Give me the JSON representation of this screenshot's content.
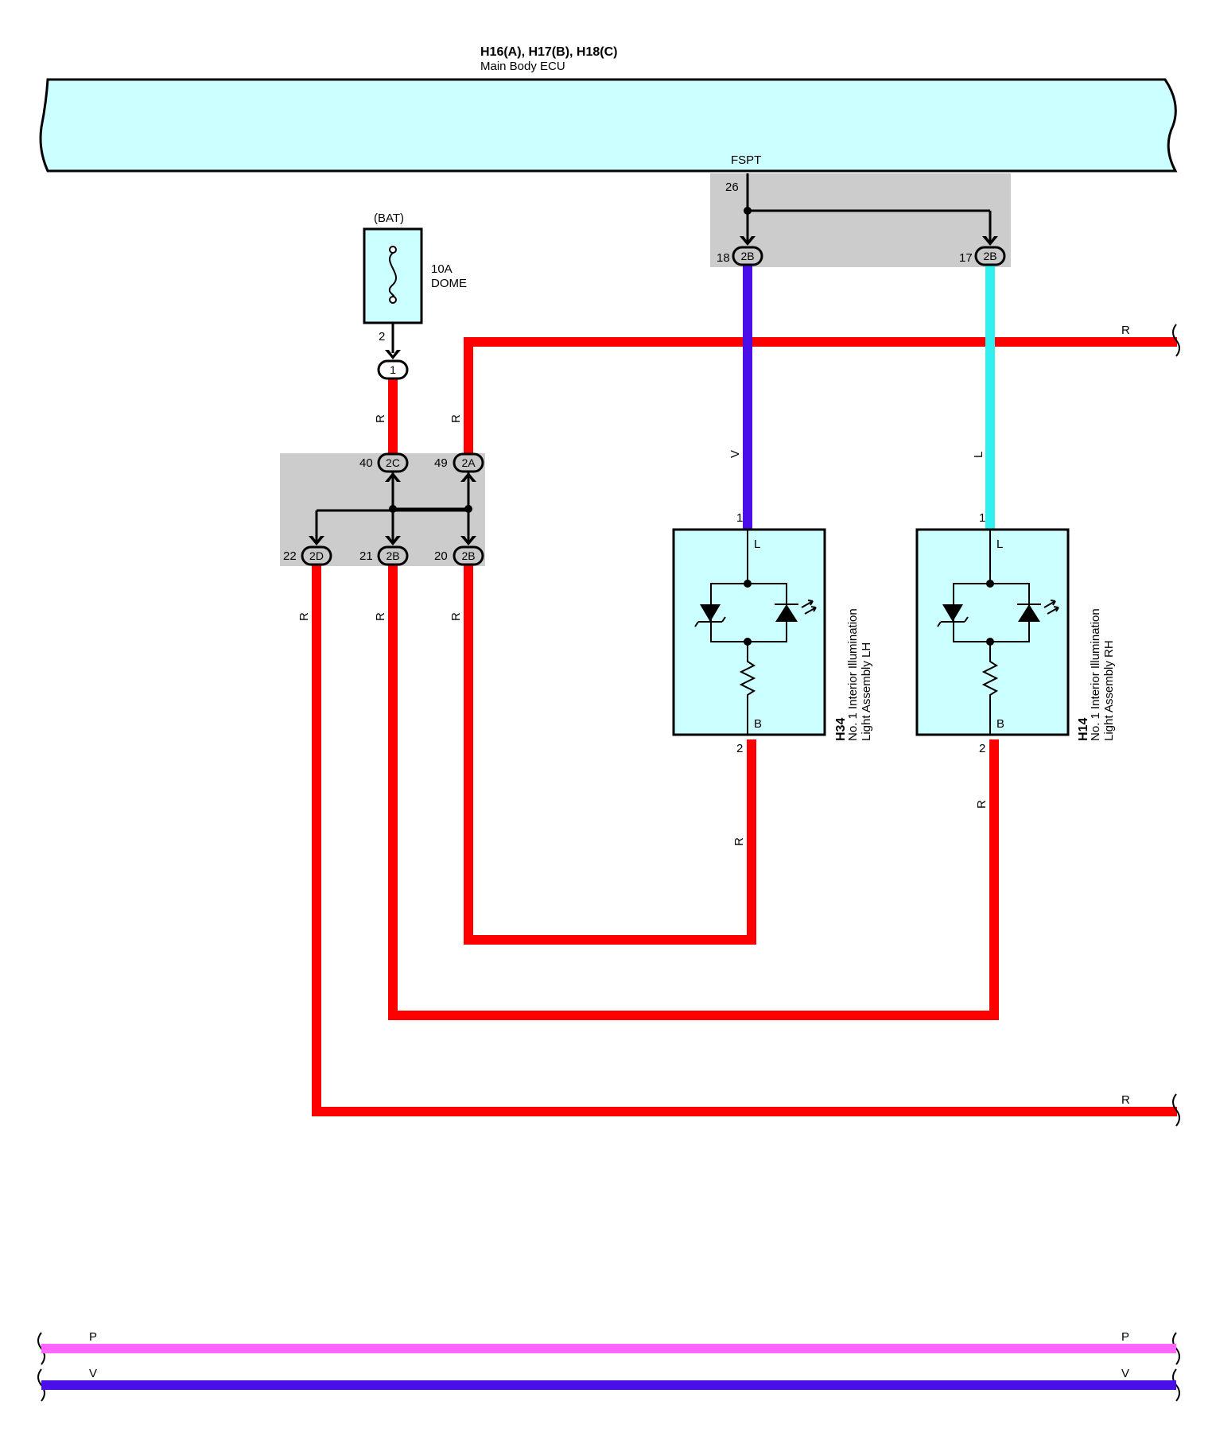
{
  "ecu": {
    "ref": "H16(A), H17(B), H18(C)",
    "name": "Main Body ECU",
    "terminal": "FSPT",
    "terminal_pin": "26"
  },
  "fuse": {
    "source": "(BAT)",
    "rating": "10A",
    "name": "DOME",
    "out_pin": "2"
  },
  "connectors": {
    "c1": "1",
    "j18": {
      "pin": "18",
      "code": "2B"
    },
    "j17": {
      "pin": "17",
      "code": "2B"
    },
    "j40": {
      "pin": "40",
      "code": "2C"
    },
    "j49": {
      "pin": "49",
      "code": "2A"
    },
    "j22": {
      "pin": "22",
      "code": "2D"
    },
    "j21": {
      "pin": "21",
      "code": "2B"
    },
    "j20": {
      "pin": "20",
      "code": "2B"
    }
  },
  "wires": {
    "red": "R",
    "violet": "V",
    "blue": "L",
    "pink": "P"
  },
  "lamp_lh": {
    "ref": "H34",
    "line1": "No. 1 Interior Illumination",
    "line2": "Light Assembly LH",
    "pin_top": "1",
    "pin_bottom": "2",
    "term_top": "L",
    "term_bottom": "B"
  },
  "lamp_rh": {
    "ref": "H14",
    "line1": "No. 1 Interior Illumination",
    "line2": "Light Assembly RH",
    "pin_top": "1",
    "pin_bottom": "2",
    "term_top": "L",
    "term_bottom": "B"
  },
  "colors": {
    "red": "#ff0000",
    "violet": "#4a0fe8",
    "blue": "#33f0f0",
    "pink": "#ff66ff",
    "component_fill": "#ccffff",
    "junction_fill": "#cccccc"
  }
}
